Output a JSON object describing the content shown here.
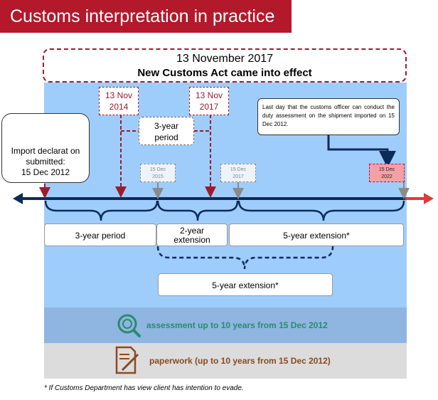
{
  "title": "Customs interpretation in practice",
  "effect": {
    "date": "13 November  2017",
    "text": "New Customs Act came into effect"
  },
  "red_dates": [
    {
      "line1": "13 Nov",
      "line2": "2014"
    },
    {
      "line1": "13 Nov",
      "line2": "2017"
    }
  ],
  "small_dates": [
    {
      "line1": "15  Dec",
      "line2": "2015"
    },
    {
      "line1": "15  Dec",
      "line2": "2017"
    },
    {
      "line1": "15  Dec",
      "line2": "2022"
    }
  ],
  "period_label": {
    "line1": "3-year",
    "line2": "period"
  },
  "note": "Last day that the customs officer can conduct the duty assessment on the shipment imported on 15 Dec 2012.",
  "import": {
    "line1": "Import declarat on",
    "line2": "submitted:",
    "line3": "15 Dec 2012"
  },
  "segments": {
    "three_year": "3-year period",
    "two_year_line1": "2-year",
    "two_year_line2": "extension",
    "five_year_right": "5-year extension*",
    "five_year_lower": "5-year extension*"
  },
  "assessment": "assessment up to 10 years from 15 Dec 2012",
  "paperwork": "paperwork (up to 10 years from 15 Dec 2012)",
  "footnote": "* If Customs Department has view client has intention to evade.",
  "colors": {
    "brand_red": "#b3192b",
    "navy": "#0d2b5a",
    "light_blue": "#9fcdfb",
    "teal": "#2a8a6f",
    "brown": "#8a4a1f"
  }
}
